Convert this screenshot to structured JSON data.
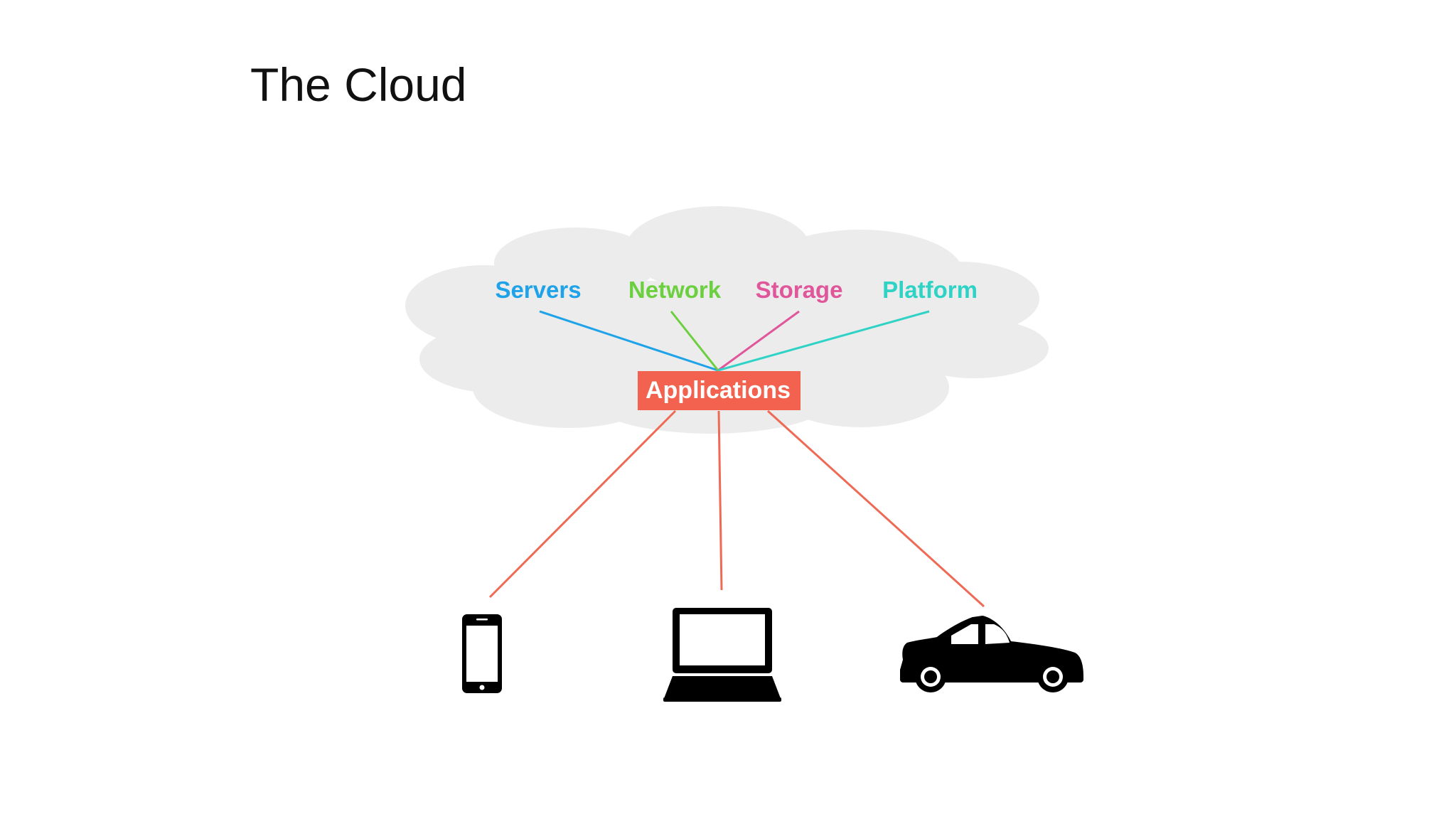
{
  "slide": {
    "title": "The Cloud"
  },
  "diagram": {
    "cloud": {
      "fill_color": "#ececec",
      "services": [
        {
          "id": "servers",
          "label": "Servers",
          "color": "#1fa3e8"
        },
        {
          "id": "network",
          "label": "Network",
          "color": "#6ccf3f"
        },
        {
          "id": "storage",
          "label": "Storage",
          "color": "#e0569a"
        },
        {
          "id": "platform",
          "label": "Platform",
          "color": "#2ed3c6"
        }
      ]
    },
    "hub": {
      "label": "Applications",
      "color": "#f2624e"
    },
    "connector_color": "#ee6a55",
    "devices": [
      {
        "id": "phone",
        "icon": "smartphone-icon"
      },
      {
        "id": "laptop",
        "icon": "laptop-icon"
      },
      {
        "id": "car",
        "icon": "car-icon"
      }
    ]
  }
}
